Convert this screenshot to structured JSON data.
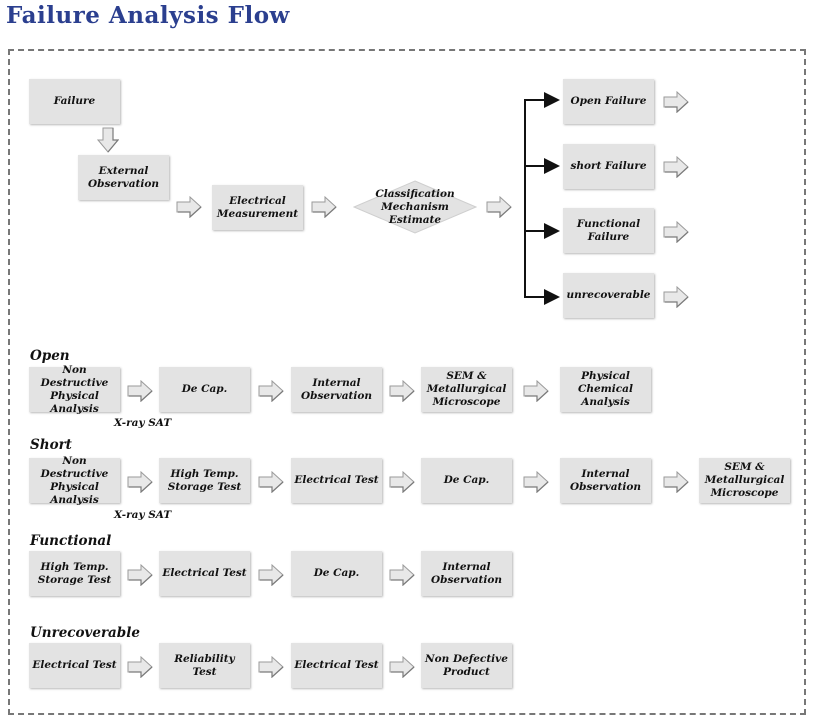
{
  "title": "Failure Analysis Flow",
  "top_flow": {
    "failure": "Failure",
    "external_observation": "External\nObservation",
    "electrical_measurement": "Electrical\nMeasurement",
    "classification": "Classification\nMechanism\nEstimate",
    "outcomes": [
      "Open Failure",
      "short Failure",
      "Functional\nFailure",
      "unrecoverable"
    ]
  },
  "sections": [
    {
      "name": "Open",
      "steps": [
        "Non Destructive\nPhysical\nAnalysis",
        "De Cap.",
        "Internal\nObservation",
        "SEM &\nMetallurgical\nMicroscope",
        "Physical\nChemical\nAnalysis"
      ],
      "note": "X-ray SAT"
    },
    {
      "name": "Short",
      "steps": [
        "Non Destructive\nPhysical\nAnalysis",
        "High Temp.\nStorage Test",
        "Electrical Test",
        "De Cap.",
        "Internal\nObservation",
        "SEM &\nMetallurgical\nMicroscope"
      ],
      "note": "X-ray SAT"
    },
    {
      "name": "Functional",
      "steps": [
        "High Temp.\nStorage Test",
        "Electrical Test",
        "De Cap.",
        "Internal\nObservation"
      ]
    },
    {
      "name": "Unrecoverable",
      "steps": [
        "Electrical Test",
        "Reliability Test",
        "Electrical Test",
        "Non Defective\nProduct"
      ]
    }
  ],
  "colors": {
    "title": "#2b3f8f",
    "box_fill": "#e3e3e3",
    "frame": "#777777",
    "arrow_fill": "#e8e8e8",
    "arrow_stroke": "#9a9a9a"
  }
}
